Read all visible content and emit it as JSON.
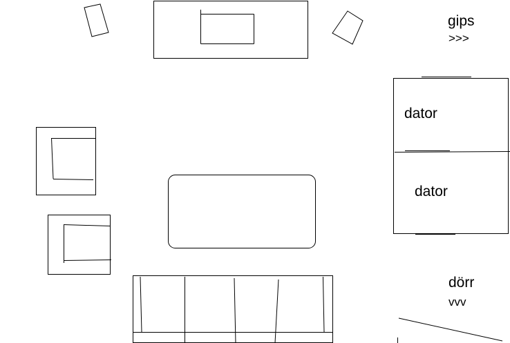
{
  "labels": {
    "gips": "gips",
    "gips_arrows": ">>>",
    "dator_top": "dator",
    "dator_bottom": "dator",
    "dorr": "dörr",
    "dorr_arrows": "vvv"
  },
  "colors": {
    "background": "#ffffff",
    "stroke": "#000000"
  }
}
